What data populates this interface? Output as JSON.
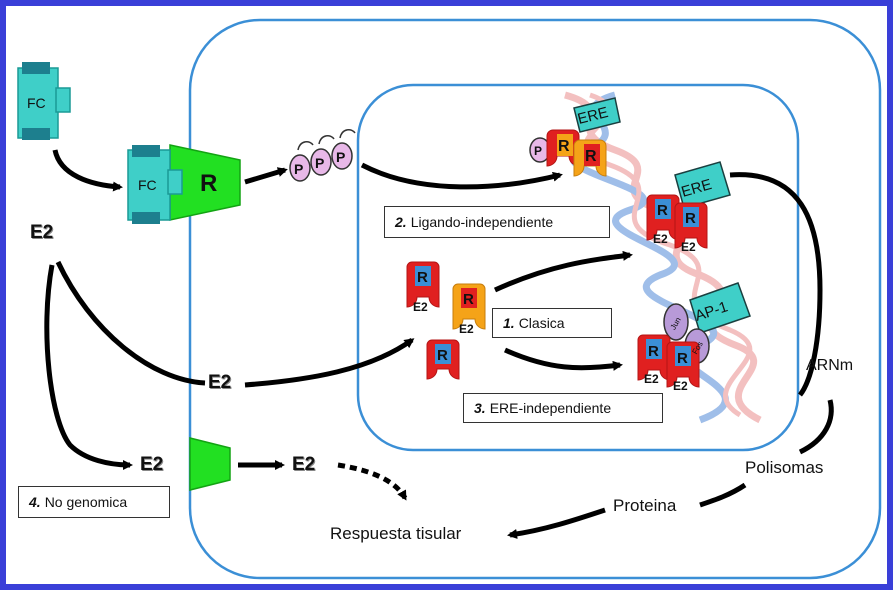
{
  "pathways": {
    "p1": {
      "num": "1.",
      "label": "Clasica"
    },
    "p2": {
      "num": "2.",
      "label": "Ligando-independiente"
    },
    "p3": {
      "num": "3.",
      "label": "ERE-independiente"
    },
    "p4": {
      "num": "4.",
      "label": "No genomica"
    }
  },
  "molecules": {
    "e2": "E2",
    "receptor": "R",
    "growth_factor": "FC",
    "phospho": "P",
    "ere": "ERE",
    "ap1": "AP-1",
    "jun": "Jun",
    "fos": "Fos"
  },
  "labels": {
    "arnm": "ARNm",
    "polisomas": "Polisomas",
    "proteina": "Proteina",
    "respuesta": "Respuesta tisular"
  },
  "colors": {
    "border": "#3a3fd8",
    "membrane": "#3b8fd6",
    "growth_factor": "#3fcfc8",
    "receptor_green": "#22e022",
    "receptor_red": "#e02020",
    "receptor_orange": "#f5a318",
    "phospho": "#e8b8e8",
    "dna_blue": "#8fb3e6",
    "dna_pink": "#f2b6b6"
  }
}
